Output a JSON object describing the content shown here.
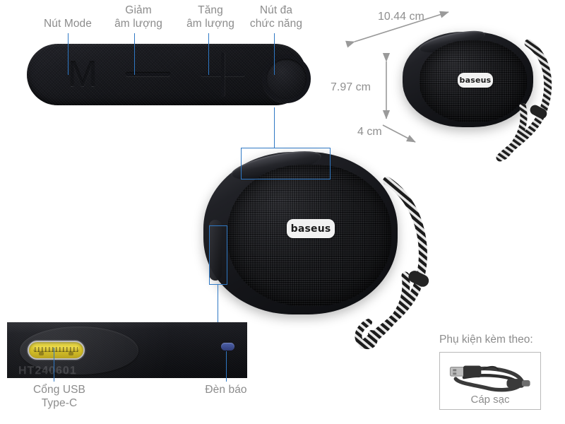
{
  "product": {
    "brand": "baseus",
    "serial_embossed": "HT240601"
  },
  "callout_labels": {
    "mode_button": "Nút Mode",
    "volume_down": "Giảm\nâm lượng",
    "volume_up": "Tăng\nâm lượng",
    "multifunction_button": "Nút đa\nchức năng",
    "usb_port": "Cổng USB\nType-C",
    "indicator_light": "Đèn báo"
  },
  "dimensions": {
    "width": "10.44 cm",
    "height": "7.97 cm",
    "depth": "4 cm"
  },
  "accessories": {
    "title": "Phụ kiện kèm theo:",
    "items": [
      {
        "label": "Cáp sạc",
        "icon": "usb-cable-icon"
      }
    ]
  },
  "colors": {
    "callout_blue": "#2f78c4",
    "label_gray": "#8c8c8c",
    "dimension_gray": "#8f8f8f",
    "body_black": "#141519",
    "usb_gold": "#d8c41f",
    "led_blue": "#3f4f90",
    "background": "#ffffff"
  },
  "button_glyphs": {
    "mode": "M",
    "volume_down": "minus-icon",
    "volume_up": "plus-icon",
    "multifunction": "circle-icon"
  }
}
